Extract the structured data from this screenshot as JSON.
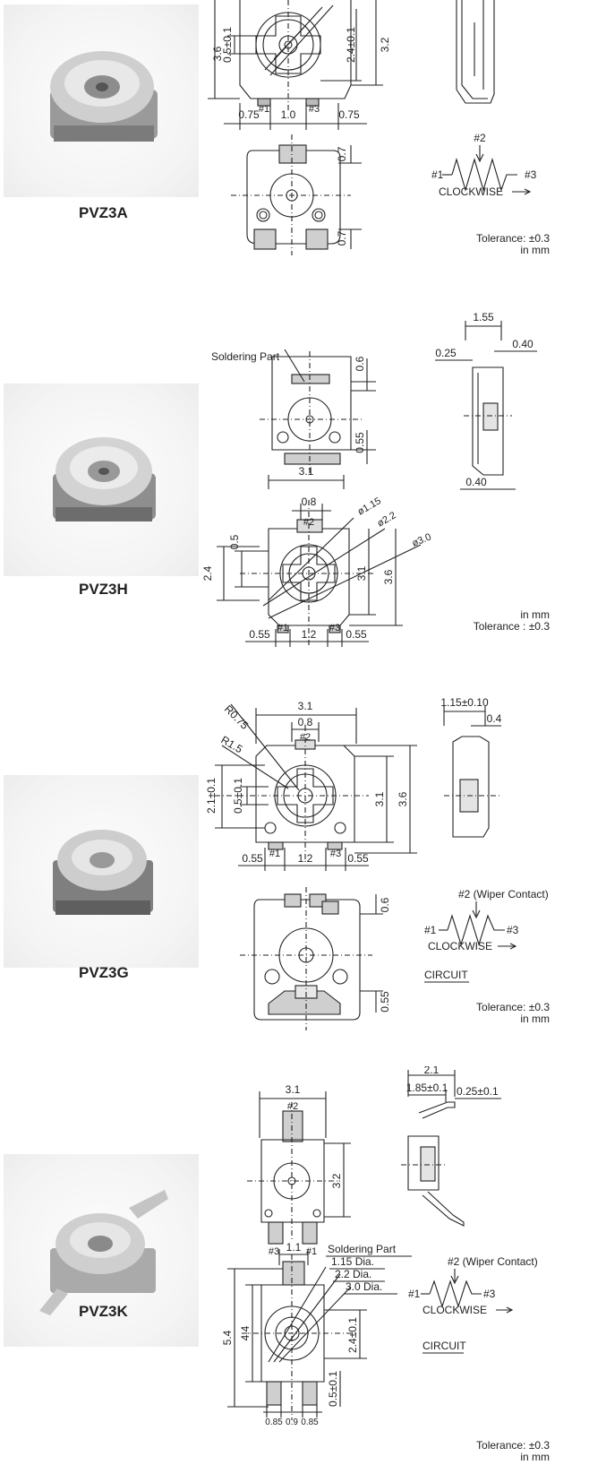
{
  "sections": [
    {
      "model": "PVZ3A",
      "dims": {
        "height": "3.6",
        "ctr": "0.5±0.1",
        "ctr2": "2.4±0.1",
        "right": "3.2",
        "b1": "0.75",
        "b2": "1.0",
        "b3": "0.75",
        "p1": "#1",
        "p3": "#3",
        "pad_top": "0.7",
        "pad_bot": "0.7"
      },
      "circuit": {
        "wiper": "#2",
        "left": "#1",
        "right": "#3",
        "dir": "CLOCKWISE"
      },
      "tolerance": [
        "Tolerance: ±0.3",
        "in mm"
      ]
    },
    {
      "model": "PVZ3H",
      "dims": {
        "solder": "Soldering Part",
        "t06": "0.6",
        "t055": "0.55",
        "w31": "3.1",
        "w08": "0.8",
        "p2": "#2",
        "d115": "ø1.15",
        "d22": "ø2.2",
        "d30": "ø3.0",
        "l05": "0.5",
        "l24": "2.4",
        "r31": "3.1",
        "r36": "3.6",
        "b1": "0.55",
        "b2": "1.2",
        "b3": "0.55",
        "p1": "#1",
        "p3": "#3",
        "s155": "1.55",
        "s025": "0.25",
        "s040": "0.40",
        "s040b": "0.40"
      },
      "tolerance": [
        "in mm",
        "Tolerance : ±0.3"
      ]
    },
    {
      "model": "PVZ3G",
      "dims": {
        "w31": "3.1",
        "w08": "0.8",
        "p2": "#2",
        "r075": "R0.75",
        "r15": "R1.5",
        "l21": "2.1±0.1",
        "l05": "0.5±0.1",
        "r31": "3.1",
        "r36": "3.6",
        "b1": "0.55",
        "b2": "1.2",
        "b3": "0.55",
        "p1": "#1",
        "p3": "#3",
        "t06": "0.6",
        "t055": "0.55",
        "s115": "1.15±0.10",
        "s04": "0.4"
      },
      "circuit": {
        "wiper": "#2 (Wiper Contact)",
        "left": "#1",
        "right": "#3",
        "dir": "CLOCKWISE",
        "label": "CIRCUIT"
      },
      "tolerance": [
        "Tolerance: ±0.3",
        "in mm"
      ]
    },
    {
      "model": "PVZ3K",
      "dims": {
        "w31": "3.1",
        "p2": "#2",
        "r32": "3.2",
        "p3": "#3",
        "p1": "#1",
        "w11": "1.1",
        "solder": "Soldering Part",
        "d115": "1.15 Dia.",
        "d22": "2.2 Dia.",
        "d30": "3.0 Dia.",
        "l54": "5.4",
        "l44": "4.4",
        "r24": "2.4±0.1",
        "r05": "0.5±0.1",
        "b1": "0.85",
        "b2": "0.9",
        "b3": "0.85",
        "s21": "2.1",
        "s185": "1.85±0.1",
        "s025": "0.25±0.1"
      },
      "circuit": {
        "wiper": "#2 (Wiper Contact)",
        "left": "#1",
        "right": "#3",
        "dir": "CLOCKWISE",
        "label": "CIRCUIT"
      },
      "tolerance": [
        "Tolerance: ±0.3",
        "in mm"
      ]
    }
  ]
}
